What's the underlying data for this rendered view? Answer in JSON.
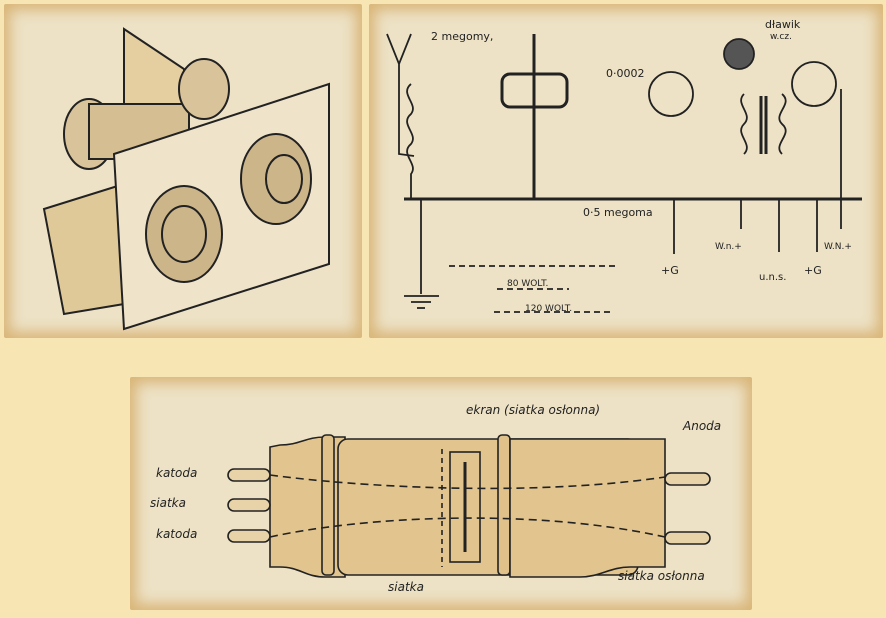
{
  "schematic": {
    "labels": {
      "resistor_2M": "2 megomy,",
      "capacitor": "0·0002",
      "choke": "dławik",
      "choke_sub": "w.cz.",
      "resistor_05M": "0·5 megoma",
      "v80": "80 WOLT.",
      "v120": "120 WOLT.",
      "plus_g1": "+G",
      "plus_g2": "+G",
      "wn1": "W.n.+",
      "wn2": "W.N.+",
      "uns": "u.n.s."
    }
  },
  "tube": {
    "labels": {
      "ekran": "ekran (siatka osłonna)",
      "anoda": "Anoda",
      "katoda1": "katoda",
      "siatka_pin": "siatka",
      "katoda2": "katoda",
      "siatka_bottom": "siatka",
      "siatka_oslonna": "siatka osłonna"
    }
  },
  "colors": {
    "background": "#f7e6b4",
    "panel": "#ede2c6",
    "ink": "#222222",
    "tube_body": "#e2c48e"
  }
}
